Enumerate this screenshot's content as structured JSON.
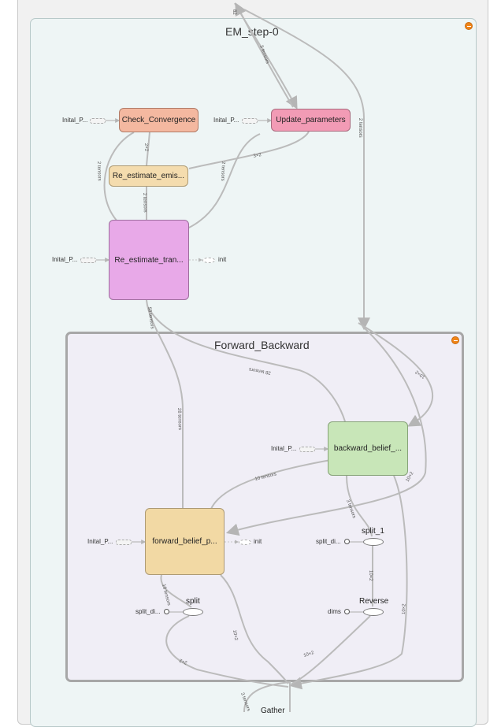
{
  "groups": {
    "em_step": {
      "title": "EM_step-0"
    },
    "forward_backward": {
      "title": "Forward_Backward"
    }
  },
  "nodes": {
    "check_convergence": "Check_Convergence",
    "update_parameters": "Update_parameters",
    "re_estimate_emis": "Re_estimate_emis...",
    "re_estimate_tran": "Re_estimate_tran...",
    "backward_belief": "backward_belief_...",
    "forward_belief": "forward_belief_p...",
    "split": "split",
    "split_1": "split_1",
    "reverse": "Reverse",
    "gather": "Gather"
  },
  "inputs": {
    "inital_p": "Inital_P...",
    "split_di": "split_di...",
    "dims": "dims",
    "init": "init"
  },
  "edge_labels": {
    "two_tensors": "2 tensors",
    "two_by_two": "2×2",
    "three_by_two": "3×2",
    "twenty_eight_tensors": "28 tensors",
    "fifty_three_tensors": "53 tensors",
    "ten_tensors": "10 tensors",
    "ten_by_two": "10×2",
    "three_tensors": "3 tensors",
    "top_label": "82"
  },
  "icons": {
    "collapse": "minus-circle-icon"
  },
  "colors": {
    "check_convergence": "#f4b8a0",
    "update_parameters": "#f29bb5",
    "re_estimate_emis": "#f4dcae",
    "re_estimate_tran": "#e8a9e8",
    "backward_belief": "#c8e6b8",
    "forward_belief": "#f2d9a4",
    "collapse_button": "#f08519"
  }
}
